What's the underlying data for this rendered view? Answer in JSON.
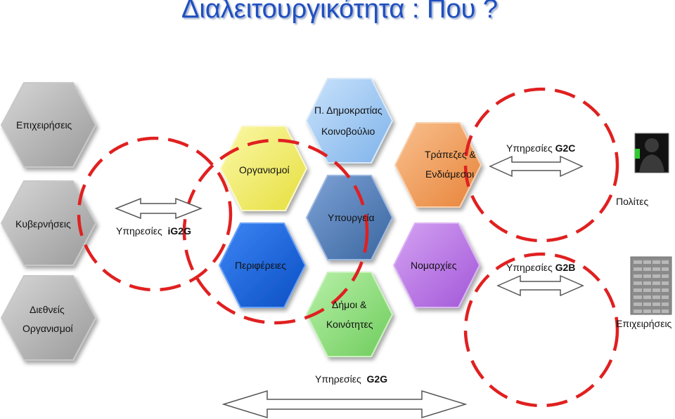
{
  "title": "Διαλειτουργικότητα : Που ?",
  "left_column": {
    "businesses": "Επιχειρήσεις",
    "governments": "Κυβερνήσεις",
    "international_orgs_line1": "Διεθνείς",
    "international_orgs_line2": "Οργανισμοί"
  },
  "hexagons": {
    "parliament_line1": "Π. Δημοκρατίας",
    "parliament_line2": "Κοινοβούλιο",
    "organisations": "Οργανισμοί",
    "banks_line1": "Τράπεζες &",
    "banks_line2": "Ενδιάμεσοι",
    "ministries": "Υπουργεία",
    "regions": "Περιφέρειες",
    "prefectures": "Νομαρχίες",
    "municipalities_line1": "Δήμοι &",
    "municipalities_line2": "Κοινότητες"
  },
  "services": {
    "ig2g_prefix": "Υπηρεσίες",
    "ig2g_code": "iG2G",
    "g2c_prefix": "Υπηρεσίες",
    "g2c_code": "G2C",
    "g2b_prefix": "Υπηρεσίες",
    "g2b_code": "G2B",
    "g2g_prefix": "Υπηρεσίες",
    "g2g_code": "G2G"
  },
  "right_column": {
    "citizens": "Πολίτες",
    "businesses": "Επιχειρήσεις"
  },
  "colors": {
    "title": "#1f4fc0",
    "grey_hex": "#b5b5b5",
    "light_blue_hex": "#9cc8f2",
    "yellow_hex": "#f5f06a",
    "orange_hex": "#f2a05a",
    "steel_blue_hex": "#5b86c6",
    "blue_hex": "#1565e8",
    "purple_hex": "#b873e6",
    "green_hex": "#8be07a",
    "dashed_circle": "#e02020"
  },
  "icons": {
    "citizen": "person-silhouette-icon",
    "business": "office-building-icon",
    "arrows": "double-headed-arrow-icon"
  }
}
